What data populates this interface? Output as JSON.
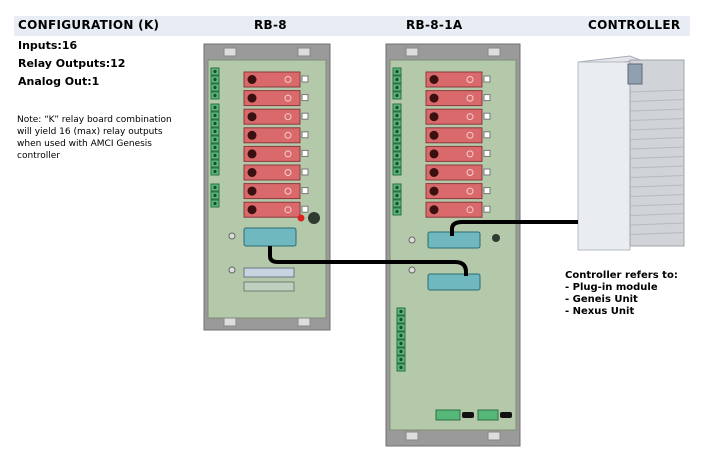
{
  "headers": {
    "configuration": "CONFIGURATION (K)",
    "rb8": "RB-8",
    "rb81a": "RB-8-1A",
    "controller": "CONTROLLER"
  },
  "specs": {
    "inputs": "Inputs:16",
    "relay_outputs": "Relay Outputs:12",
    "analog_out": "Analog Out:1"
  },
  "note": "Note: “K” relay board combination will yield 16 (max) relay outputs when used with AMCI Genesis controller",
  "controller_refers": {
    "title": "Controller refers to:",
    "items": [
      "- Plug-in module",
      "- Geneis Unit",
      "- Nexus Unit"
    ]
  },
  "colors": {
    "board": "#b3c9a9",
    "frame": "#8c8c8c",
    "relay": "#d9696b",
    "terminal": "#56b878",
    "connector": "#6fb8c0",
    "cable": "#000000",
    "header_bar": "#e8ecf4"
  },
  "icons": [
    "relay-icon",
    "terminal-block-icon",
    "ribbon-connector-icon",
    "controller-module-icon"
  ]
}
